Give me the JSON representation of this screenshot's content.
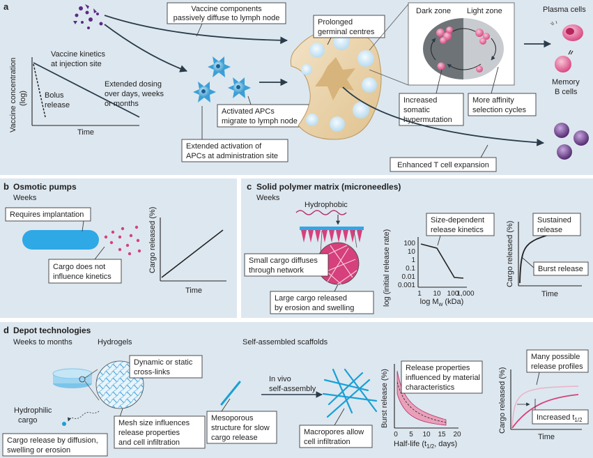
{
  "panel_a": {
    "letter": "a",
    "labels": {
      "passive": [
        "Vaccine components",
        "passively diffuse to lymph node"
      ],
      "germinal": [
        "Prolonged",
        "germinal centres"
      ],
      "dark_zone": "Dark zone",
      "light_zone": "Light zone",
      "plasma": "Plasma cells",
      "memory": [
        "Memory",
        "B cells"
      ],
      "y_axis": [
        "Vaccine concentration",
        "(log)"
      ],
      "kinetics": [
        "Vaccine kinetics",
        "at injection site"
      ],
      "bolus": [
        "Bolus",
        "release"
      ],
      "extended": [
        "Extended dosing",
        "over days, weeks",
        "or months"
      ],
      "time": "Time",
      "apcs": [
        "Activated APCs",
        "migrate to lymph node"
      ],
      "somatic": [
        "Increased",
        "somatic",
        "hypermutation"
      ],
      "affinity": [
        "More affinity",
        "selection cycles"
      ],
      "activation": [
        "Extended activation of",
        "APCs at administration site"
      ],
      "tcell": "Enhanced T cell expansion"
    }
  },
  "panel_b": {
    "letter": "b",
    "title": "Osmotic pumps",
    "subtitle": "Weeks",
    "implant": "Requires implantation",
    "cargo": [
      "Cargo does not",
      "influence kinetics"
    ],
    "y_axis": "Cargo released (%)",
    "x_axis": "Time"
  },
  "panel_c": {
    "letter": "c",
    "title": "Solid polymer matrix (microneedles)",
    "subtitle": "Weeks",
    "hydrophobic": "Hydrophobic",
    "small": [
      "Small cargo diffuses",
      "through network"
    ],
    "large": [
      "Large cargo released",
      "by erosion and swelling"
    ],
    "size_dep": [
      "Size-dependent",
      "release kinetics"
    ],
    "y_axis": "log (initial release rate)",
    "x_axis_main": "log M",
    "x_axis_sub": "w",
    "x_axis_unit": " (kDa)",
    "y_ticks": [
      "100",
      "10",
      "1",
      "0.1",
      "0.01",
      "0.001"
    ],
    "x_ticks": [
      "1",
      "10",
      "100",
      "1,000"
    ],
    "sustained": [
      "Sustained",
      "release"
    ],
    "burst": "Burst release",
    "y_axis2": "Cargo released (%)",
    "x_axis2": "Time"
  },
  "panel_d": {
    "letter": "d",
    "title": "Depot technologies",
    "subtitle": "Weeks to months",
    "hydrogels": "Hydrogels",
    "scaffolds": "Self-assembled scaffolds",
    "crosslinks": [
      "Dynamic or static",
      "cross-links"
    ],
    "hydrophilic": [
      "Hydrophilic",
      "cargo"
    ],
    "mesh": [
      "Mesh size influences",
      "release properties",
      "and cell infiltration"
    ],
    "cargo_rel": [
      "Cargo release by diffusion,",
      "swelling or erosion"
    ],
    "invivo": [
      "In vivo",
      "self-assembly"
    ],
    "mesoporous": [
      "Mesoporous",
      "structure for slow",
      "cargo release"
    ],
    "macropores": [
      "Macropores allow",
      "cell infiltration"
    ],
    "release_props": [
      "Release properties",
      "influenced by material",
      "characteristics"
    ],
    "burst_axis": "Burst release (%)",
    "halflife_main": "Half-life (t",
    "halflife_sub": "1/2",
    "halflife_unit": ", days)",
    "x_ticks": [
      "0",
      "5",
      "10",
      "15",
      "20"
    ],
    "many": [
      "Many possible",
      "release profiles"
    ],
    "increased_main": "Increased t",
    "increased_sub": "1/2",
    "y_axis": "Cargo released (%)",
    "x_axis": "Time"
  }
}
